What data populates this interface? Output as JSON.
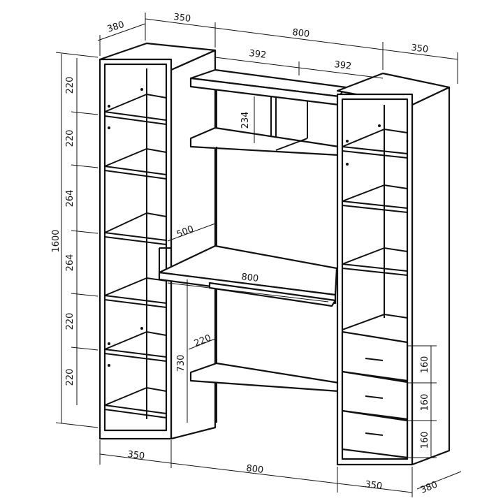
{
  "drawing": {
    "top_dims": {
      "depth_left": "380",
      "width_left": "350",
      "width_middle": "800",
      "width_right": "350",
      "upper_left": "392",
      "upper_right": "392"
    },
    "left_dims": {
      "total_height": "1600",
      "shelf_gaps": [
        "220",
        "220",
        "264",
        "264",
        "220",
        "220"
      ]
    },
    "inner_dims": {
      "upper_shelf_height": "234",
      "desk_depth": "500",
      "desk_width": "800",
      "lower_shelf_depth": "220",
      "desk_height": "730"
    },
    "drawer_dims": [
      "160",
      "160",
      "160"
    ],
    "bottom_dims": {
      "width_left": "350",
      "width_middle": "800",
      "width_right": "350",
      "depth_right": "380"
    }
  }
}
